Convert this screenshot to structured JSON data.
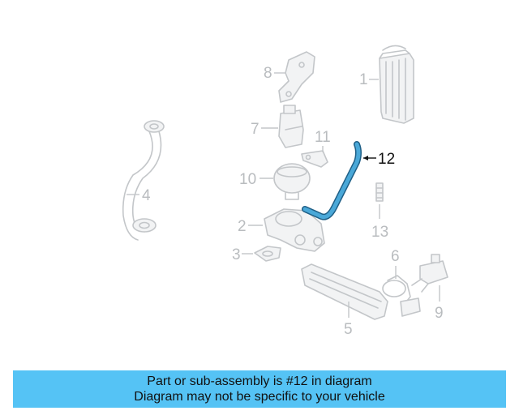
{
  "diagram": {
    "callouts": [
      {
        "id": "1",
        "label": "1"
      },
      {
        "id": "2",
        "label": "2"
      },
      {
        "id": "3",
        "label": "3"
      },
      {
        "id": "4",
        "label": "4"
      },
      {
        "id": "5",
        "label": "5"
      },
      {
        "id": "6",
        "label": "6"
      },
      {
        "id": "7",
        "label": "7"
      },
      {
        "id": "8",
        "label": "8"
      },
      {
        "id": "9",
        "label": "9"
      },
      {
        "id": "10",
        "label": "10"
      },
      {
        "id": "11",
        "label": "11"
      },
      {
        "id": "12",
        "label": "12",
        "highlighted": true
      },
      {
        "id": "13",
        "label": "13"
      }
    ],
    "highlight_color": "#4aa8d8",
    "part_color": "#c3c6c9"
  },
  "banner": {
    "line1": "Part or sub-assembly is #12 in diagram",
    "line2": "Diagram may not be specific to your vehicle",
    "background": "#55c3f5"
  }
}
